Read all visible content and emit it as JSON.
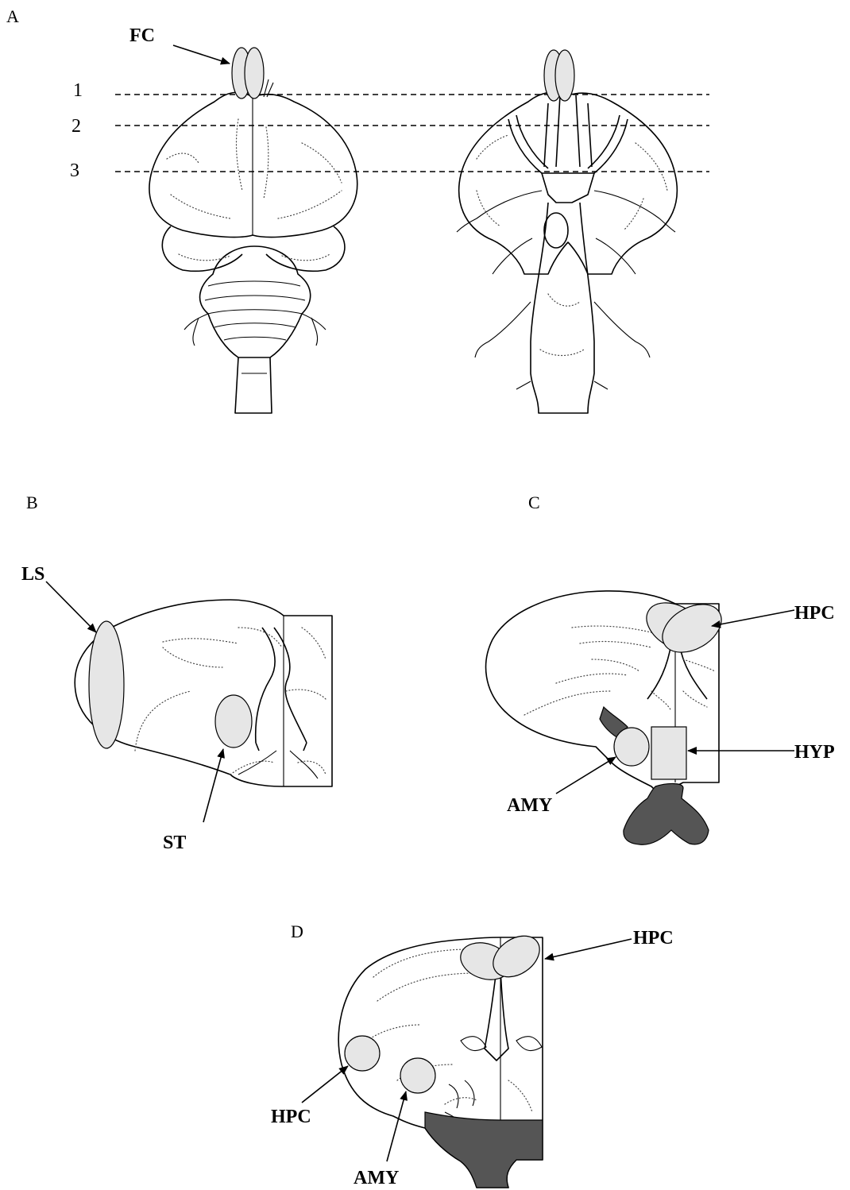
{
  "panels": {
    "a": "A",
    "b": "B",
    "c": "C",
    "d": "D"
  },
  "levels": [
    "1",
    "2",
    "3"
  ],
  "labels": {
    "fc": "FC",
    "ls": "LS",
    "st": "ST",
    "hpc": "HPC",
    "hyp": "HYP",
    "amy": "AMY"
  },
  "colors": {
    "region_fill": "#e6e6e6",
    "line": "#000000"
  }
}
